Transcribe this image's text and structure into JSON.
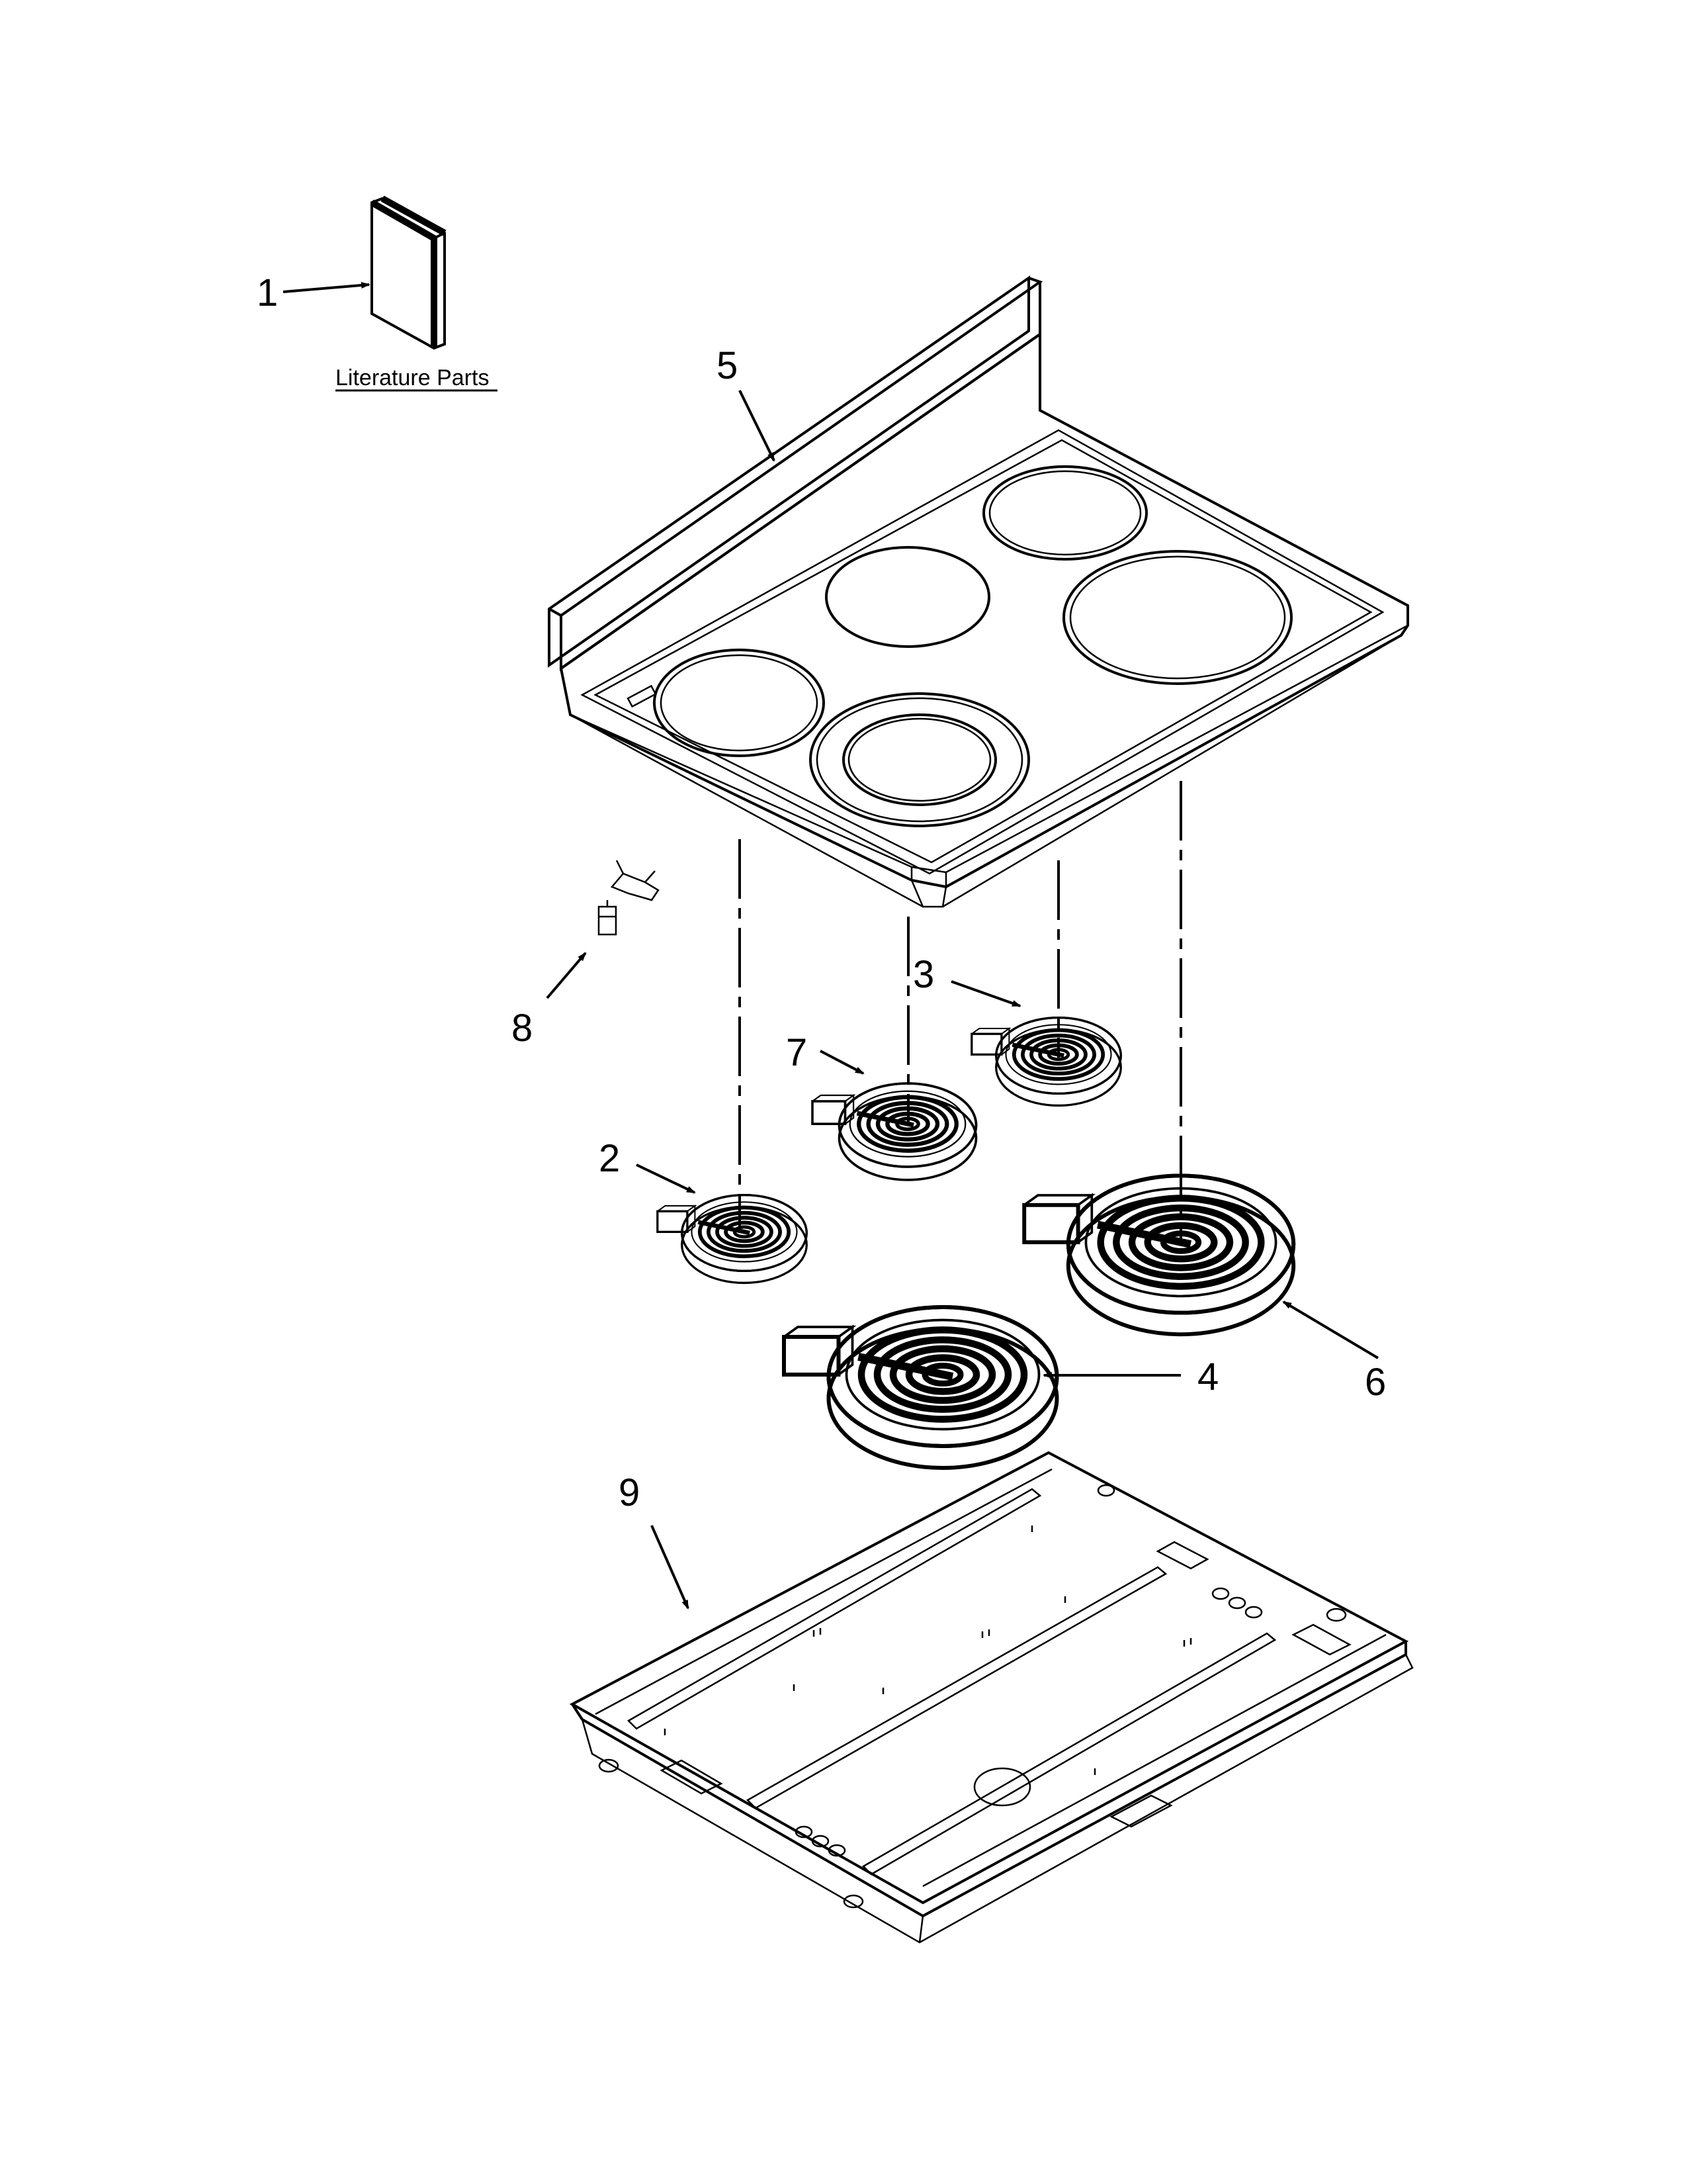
{
  "labels": {
    "literature": "Literature Parts",
    "n1": "1",
    "n2": "2",
    "n3": "3",
    "n4": "4",
    "n5": "5",
    "n6": "6",
    "n7": "7",
    "n8": "8",
    "n9": "9"
  }
}
